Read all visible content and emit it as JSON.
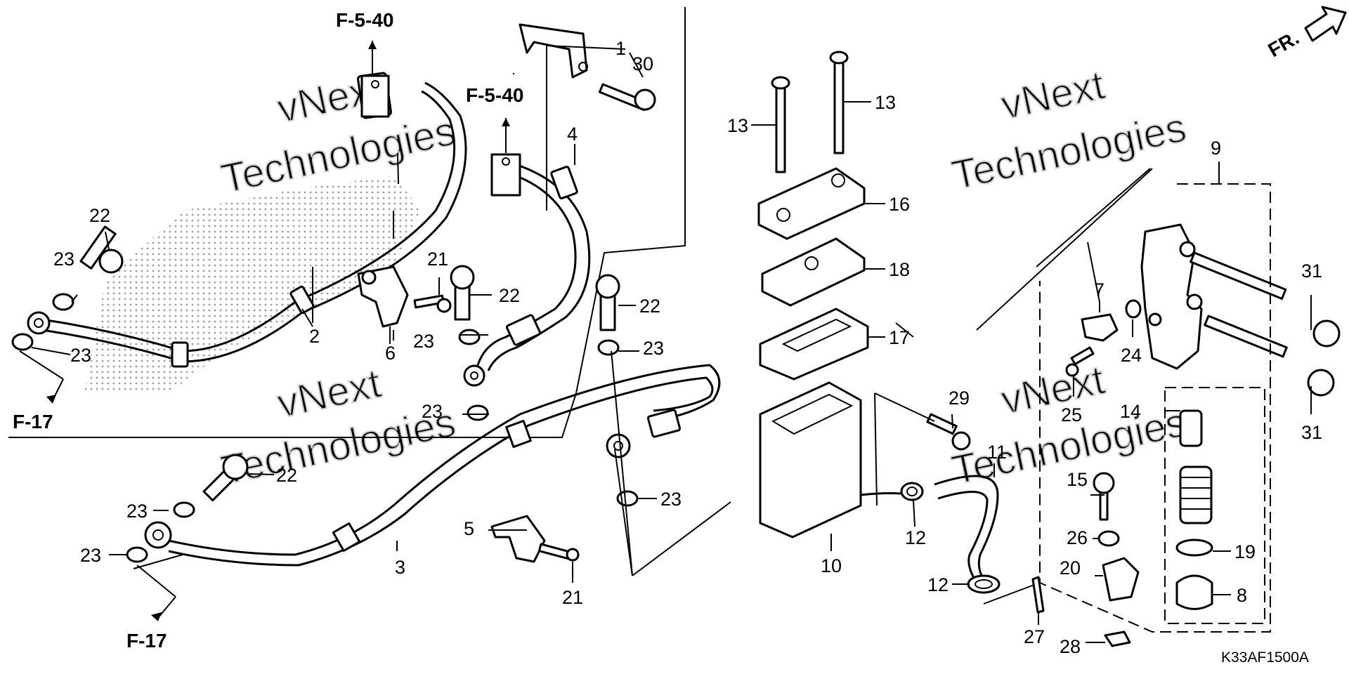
{
  "labels": {
    "p1": "1",
    "p2": "2",
    "p3": "3",
    "p4": "4",
    "p5": "5",
    "p6": "6",
    "p7": "7",
    "p8": "8",
    "p9": "9",
    "p10": "10",
    "p11": "11",
    "p12a": "12",
    "p12b": "12",
    "p13a": "13",
    "p13b": "13",
    "p14": "14",
    "p15": "15",
    "p16": "16",
    "p17": "17",
    "p18": "18",
    "p19": "19",
    "p20": "20",
    "p21a": "21",
    "p21b": "21",
    "p22a": "22",
    "p22b": "22",
    "p22c": "22",
    "p22d": "22",
    "p23a": "23",
    "p23b": "23",
    "p23c": "23",
    "p23d": "23",
    "p23e": "23",
    "p23f": "23",
    "p23g": "23",
    "p23h": "23",
    "p24": "24",
    "p25": "25",
    "p26": "26",
    "p27": "27",
    "p28": "28",
    "p29": "29",
    "p30": "30",
    "p31a": "31",
    "p31b": "31"
  },
  "references": {
    "f540_a": "F-5-40",
    "f540_b": "F-5-40",
    "f17_a": "F-17",
    "f17_b": "F-17",
    "front": "FR."
  },
  "diagram_code": "K33AF1500A",
  "watermark": {
    "line1": "vNext",
    "line2": "Technologies"
  }
}
